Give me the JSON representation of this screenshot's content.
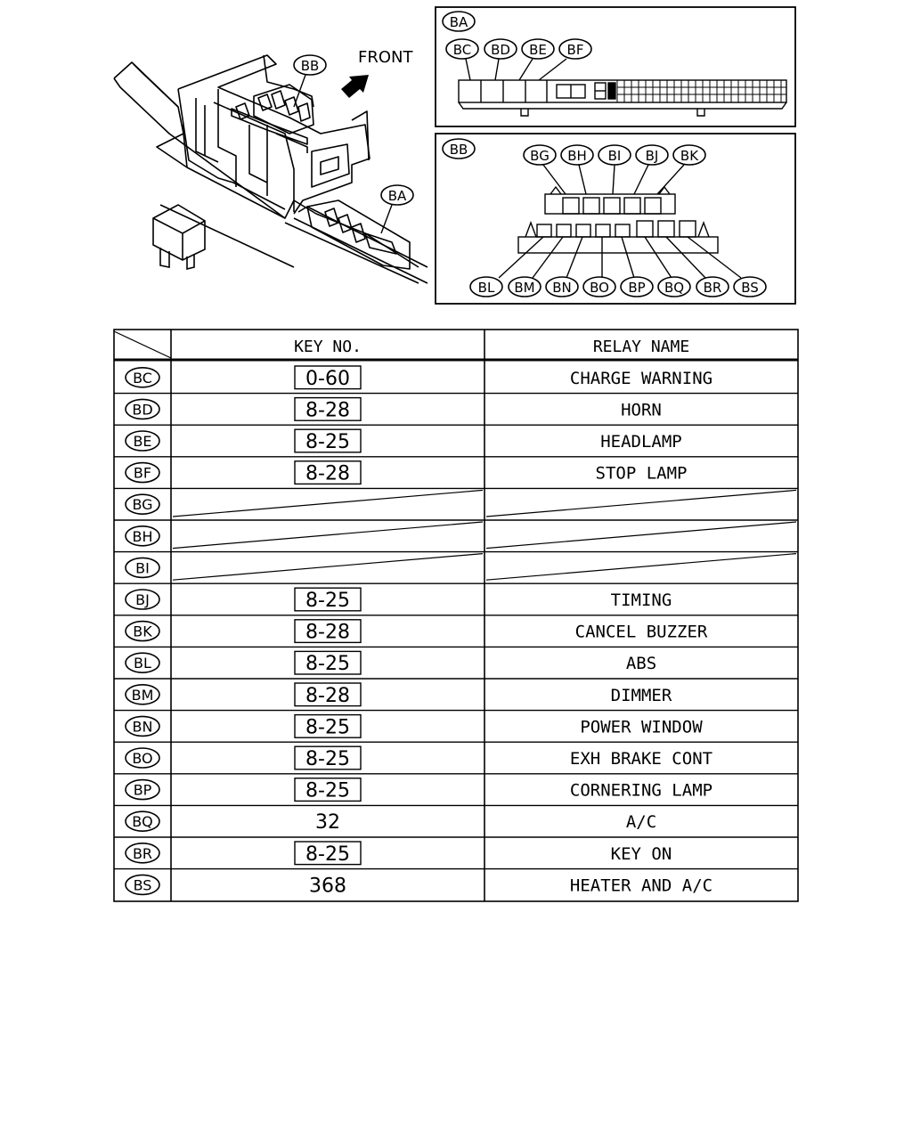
{
  "diagram": {
    "front_label": "FRONT",
    "callout_bb": "BB",
    "callout_ba": "BA",
    "panel_ba": {
      "title": "BA",
      "labels": [
        "BC",
        "BD",
        "BE",
        "BF"
      ]
    },
    "panel_bb": {
      "title": "BB",
      "top_labels": [
        "BG",
        "BH",
        "BI",
        "BJ",
        "BK"
      ],
      "bottom_labels": [
        "BL",
        "BM",
        "BN",
        "BO",
        "BP",
        "BQ",
        "BR",
        "BS"
      ]
    }
  },
  "table": {
    "headers": {
      "key": "KEY NO.",
      "name": "RELAY NAME"
    },
    "rows": [
      {
        "code": "BC",
        "key": "0-60",
        "boxed": true,
        "name": "CHARGE WARNING"
      },
      {
        "code": "BD",
        "key": "8-28",
        "boxed": true,
        "name": "HORN"
      },
      {
        "code": "BE",
        "key": "8-25",
        "boxed": true,
        "name": "HEADLAMP"
      },
      {
        "code": "BF",
        "key": "8-28",
        "boxed": true,
        "name": "STOP LAMP"
      },
      {
        "code": "BG",
        "key": "",
        "boxed": false,
        "name": "",
        "empty": true
      },
      {
        "code": "BH",
        "key": "",
        "boxed": false,
        "name": "",
        "empty": true
      },
      {
        "code": "BI",
        "key": "",
        "boxed": false,
        "name": "",
        "empty": true
      },
      {
        "code": "BJ",
        "key": "8-25",
        "boxed": true,
        "name": "TIMING"
      },
      {
        "code": "BK",
        "key": "8-28",
        "boxed": true,
        "name": "CANCEL BUZZER"
      },
      {
        "code": "BL",
        "key": "8-25",
        "boxed": true,
        "name": "ABS"
      },
      {
        "code": "BM",
        "key": "8-28",
        "boxed": true,
        "name": "DIMMER"
      },
      {
        "code": "BN",
        "key": "8-25",
        "boxed": true,
        "name": "POWER WINDOW"
      },
      {
        "code": "BO",
        "key": "8-25",
        "boxed": true,
        "name": "EXH BRAKE CONT"
      },
      {
        "code": "BP",
        "key": "8-25",
        "boxed": true,
        "name": "CORNERING LAMP"
      },
      {
        "code": "BQ",
        "key": "32",
        "boxed": false,
        "name": "A/C"
      },
      {
        "code": "BR",
        "key": "8-25",
        "boxed": true,
        "name": "KEY ON"
      },
      {
        "code": "BS",
        "key": "368",
        "boxed": false,
        "name": "HEATER AND A/C"
      }
    ]
  }
}
